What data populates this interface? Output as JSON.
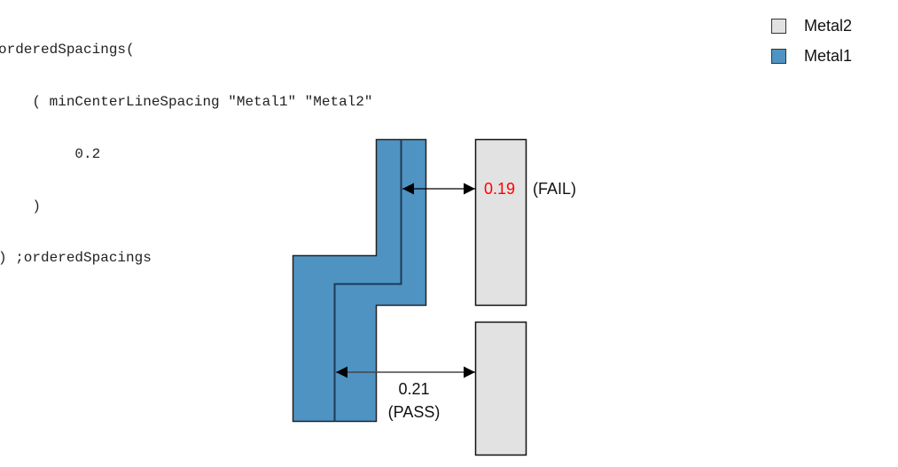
{
  "code": {
    "lines": [
      "orderedSpacings(",
      "    ( minCenterLineSpacing \"Metal1\" \"Metal2\"",
      "         0.2",
      "    )",
      ") ;orderedSpacings"
    ]
  },
  "legend": {
    "items": [
      {
        "label": "Metal2",
        "color": "#e2e2e2"
      },
      {
        "label": "Metal1",
        "color": "#4f93c3"
      }
    ]
  },
  "diagram": {
    "colors": {
      "metal1": "#4f93c3",
      "metal2": "#e2e2e2",
      "fail": "#ff0000",
      "text": "#111111"
    },
    "measurements": [
      {
        "value": "0.19",
        "status": "(FAIL)",
        "result": "fail"
      },
      {
        "value": "0.21",
        "status": "(PASS)",
        "result": "pass"
      }
    ]
  }
}
